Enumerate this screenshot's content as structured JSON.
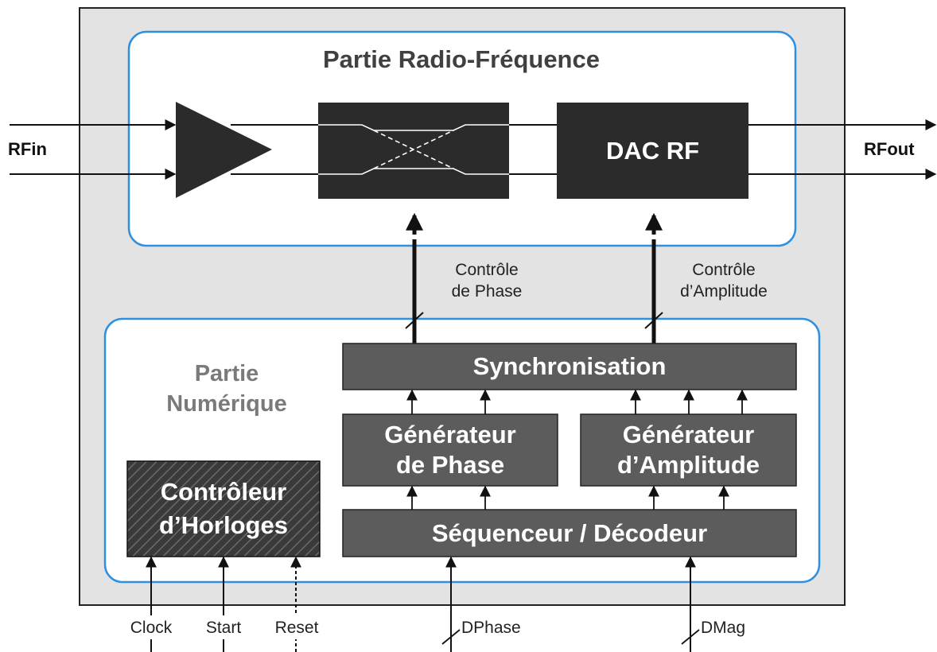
{
  "rf_section": {
    "title": "Partie Radio-Fréquence",
    "input_label": "RFin",
    "output_label": "RFout",
    "dac_label": "DAC RF"
  },
  "digital_section": {
    "title_line1": "Partie",
    "title_line2": "Numérique"
  },
  "control_labels": {
    "phase_line1": "Contrôle",
    "phase_line2": "de Phase",
    "amplitude_line1": "Contrôle",
    "amplitude_line2": "d’Amplitude"
  },
  "blocks": {
    "synchronisation": "Synchronisation",
    "phase_gen_line1": "Générateur",
    "phase_gen_line2": "de Phase",
    "amp_gen_line1": "Générateur",
    "amp_gen_line2": "d’Amplitude",
    "sequencer": "Séquenceur / Décodeur",
    "clock_ctrl_line1": "Contrôleur",
    "clock_ctrl_line2": "d’Horloges"
  },
  "inputs": {
    "clock": "Clock",
    "start": "Start",
    "reset": "Reset",
    "dphase": "DPhase",
    "dmag": "DMag"
  },
  "colors": {
    "outer_fill": "#e3e3e3",
    "section_border": "#2f8fe0",
    "dark_block": "#2b2b2b",
    "mid_block": "#5c5c5c",
    "section_title": "#404040",
    "digital_title": "#7a7a7a"
  },
  "icons": {
    "amplifier": "amplifier-triangle-icon",
    "phase_shifter": "phase-shifter-icon"
  }
}
